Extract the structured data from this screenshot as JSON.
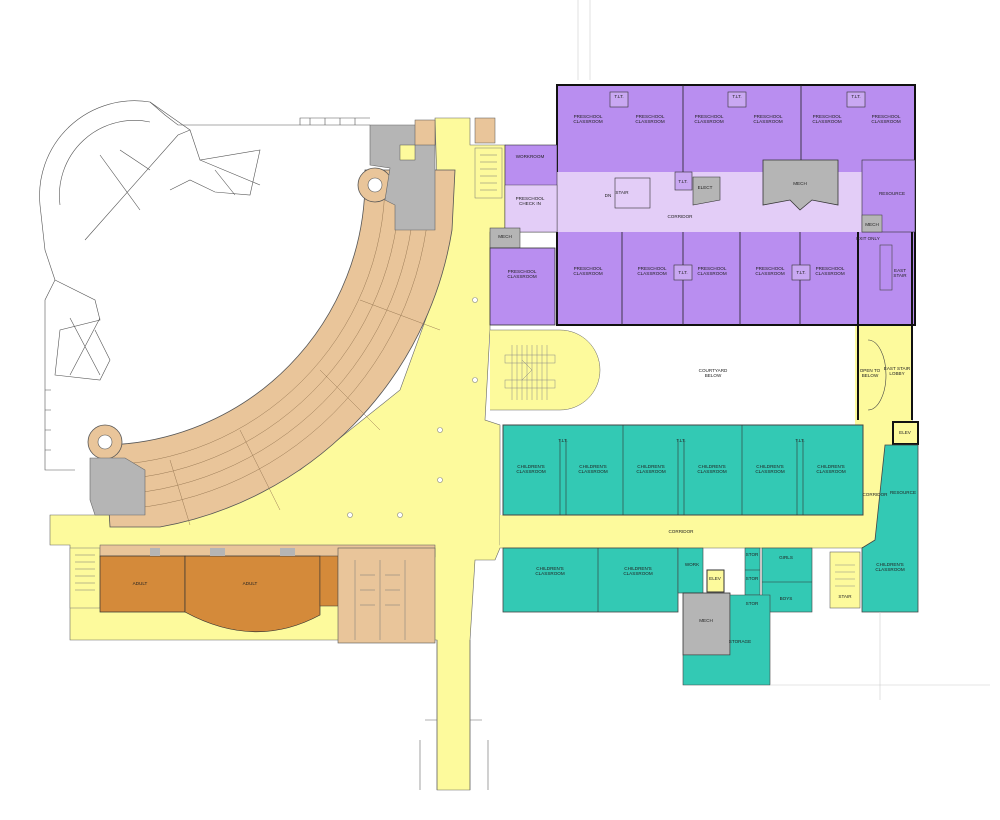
{
  "colors": {
    "preschool": "#b98ef0",
    "preschool_corridor": "#e3cdf7",
    "children": "#33c9b4",
    "circulation": "#fdfa9c",
    "assembly": "#e9c59a",
    "adult": "#d48a3a",
    "service": "#b5b5b5",
    "wall": "#222222"
  },
  "labels": {
    "preschool": "PRESCHOOL",
    "classroom": "CLASSROOM",
    "children": "CHILDREN'S",
    "toilet": "T.LT.",
    "stair": "STAIR",
    "dn": "DN",
    "elect": "ELECT",
    "mech": "MECH",
    "corridor": "CORRIDOR",
    "resource": "RESOURCE",
    "workroom": "WORKROOM",
    "check_in": "CHECK IN",
    "exit_only": "EXIT ONLY",
    "east": "EAST",
    "east_stair_lobby": "LOBBY",
    "open_to": "OPEN TO",
    "below": "BELOW",
    "courtyard": "COURTYARD",
    "elev": "ELEV",
    "work": "WORK",
    "stor": "STOR",
    "girls": "GIRLS",
    "boys": "BOYS",
    "storage": "STORAGE",
    "adult": "ADULT"
  }
}
